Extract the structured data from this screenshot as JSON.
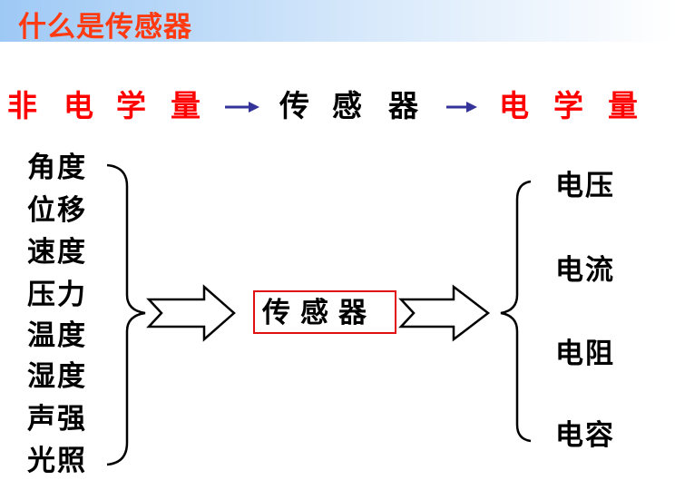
{
  "title": "什么是传感器",
  "flow": {
    "input": [
      "非",
      "电",
      "学",
      "量"
    ],
    "middle": [
      "传",
      "感",
      "器"
    ],
    "output": [
      "电",
      "学",
      "量"
    ],
    "arrow_color": "#333399"
  },
  "inputs": [
    "角度",
    "位移",
    "速度",
    "压力",
    "温度",
    "湿度",
    "声强",
    "光照"
  ],
  "sensor_label": "传感器",
  "outputs": [
    "电压",
    "电流",
    "电阻",
    "电容"
  ]
}
